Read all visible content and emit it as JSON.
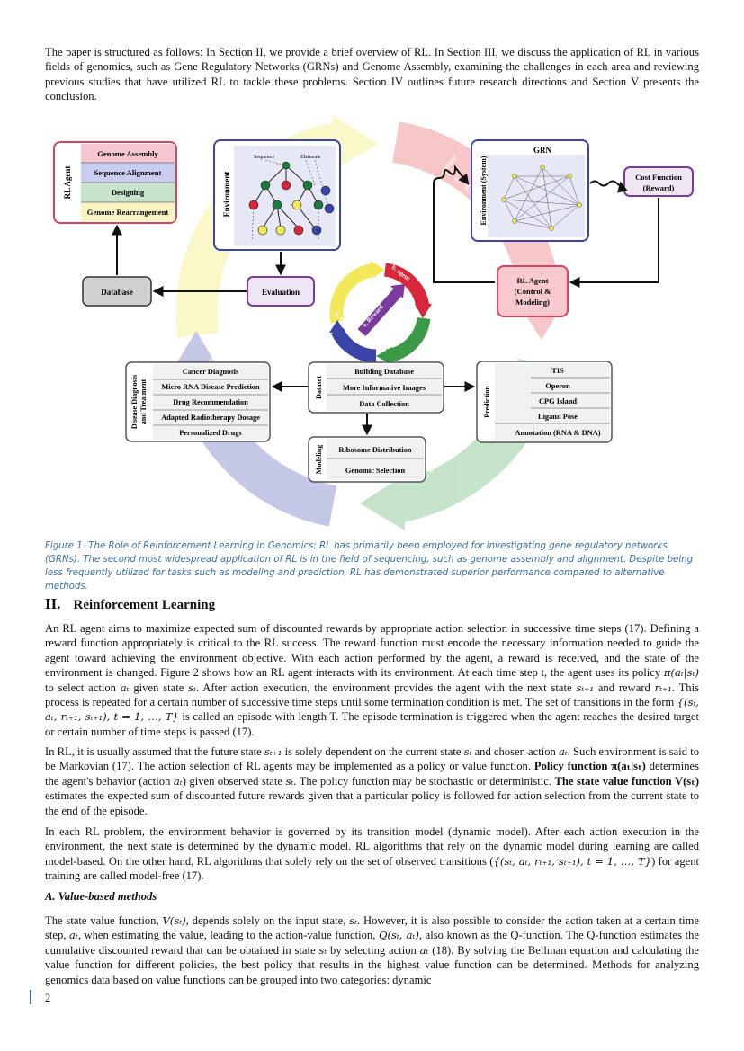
{
  "intro_paragraph": "The paper is structured as follows: In Section II, we provide a brief overview of RL. In Section III, we discuss the application of RL in various fields of genomics, such as Gene Regulatory Networks (GRNs) and Genome Assembly, examining the challenges in each area and reviewing previous studies that have utilized RL to tackle these problems. Section IV outlines future research directions and Section V presents the conclusion.",
  "figure": {
    "cycle_labels": {
      "b": "b. agent",
      "c": "c. actions",
      "d": "d. environment",
      "e": "e. Reward"
    },
    "rl_agent_box": {
      "side_label": "RL Agent",
      "items": [
        "Genome Assembly",
        "Sequence Alignment",
        "Designing",
        "Genome Rearrangement"
      ]
    },
    "environment_box": {
      "side_label": "Environment",
      "legend_sequence": "Sequence",
      "legend_elements": "Elements"
    },
    "evaluation": "Evaluation",
    "database": "Database",
    "grn_box": {
      "side_label": "Environment (System)",
      "title": "GRN"
    },
    "cost_function": [
      "Cost Function",
      "(Reward)"
    ],
    "rl_agent_control": [
      "RL Agent",
      "(Control &",
      "Modeling)"
    ],
    "disease_box": {
      "side_label": [
        "Disease Diagnosis",
        "and Treatment"
      ],
      "items": [
        "Cancer Diagnosis",
        "Micro RNA Disease Prediction",
        "Drug Recommendation",
        "Adapted Radiotherapy Dosage",
        "Personalized Drugs"
      ]
    },
    "dataset_box": {
      "side_label": "Dataset",
      "items": [
        "Building Database",
        "More Informative Images",
        "Data Collection"
      ]
    },
    "prediction_box": {
      "side_label": "Prediction",
      "items": [
        "TIS",
        "Operon",
        "CPG Island",
        "Ligand Pose",
        "Annotation (RNA & DNA)"
      ]
    },
    "modeling_box": {
      "side_label": "Modeling",
      "items": [
        "Ribosome Distribution",
        "Genomic Selection"
      ]
    },
    "colors": {
      "yellow": "#f2e85a",
      "red": "#e8505a",
      "green": "#4faa5c",
      "blue": "#4a55b0",
      "purple": "#7d3a9e"
    }
  },
  "caption": "Figure 1. The Role of Reinforcement Learning in Genomics: RL has primarily been employed for investigating gene regulatory networks (GRNs). The second most widespread application of RL is in the field of sequencing, such as genome assembly and alignment. Despite being less frequently utilized for tasks such as modeling and prediction, RL has demonstrated superior performance compared to alternative methods.",
  "section": {
    "number": "II.",
    "title": "Reinforcement Learning"
  },
  "p1": {
    "a": "An RL agent aims to maximize expected sum of discounted rewards by appropriate action selection in successive time steps (17). Defining a reward function appropriately is critical to the RL success. The reward function must encode the necessary information needed to guide the agent toward achieving the environment objective. With each action performed by the agent, a reward is received, and the state of the environment is changed. Figure 2 shows how an RL agent interacts with its environment. At each time step t, the agent uses its policy ",
    "m1": "π(aₜ|sₜ)",
    "b": " to select action ",
    "m2": "aₜ",
    "c": " given state ",
    "m3": "sₜ",
    "d": ". After action execution, the environment provides the agent with the next state ",
    "m4": "sₜ₊₁",
    "e": " and reward ",
    "m5": "rₜ₊₁",
    "f": ". This process is repeated for a certain number of successive time steps until some termination condition is met. The set of transitions in the form ",
    "m6": "{(sₜ, aₜ, rₜ₊₁, sₜ₊₁), t = 1, …, T}",
    "g": " is called an episode with length T. The episode termination is triggered when the agent reaches the desired target or certain number of time steps is passed (17)."
  },
  "p2": {
    "a": "In RL, it is usually assumed that the future state ",
    "m1": "sₜ₊₁",
    "b": " is solely dependent on the current state ",
    "m2": "sₜ",
    "c": " and chosen action ",
    "m3": "aₜ",
    "d": ". Such environment is said to be Markovian (17). The action selection of RL agents may be implemented as a policy or value function. ",
    "bold1": "Policy function π(aₜ|sₜ)",
    "e": " determines the agent's behavior (action ",
    "m4": "aₜ",
    "f": ") given observed state ",
    "m5": "sₜ",
    "g": ". The policy function may be stochastic or deterministic. ",
    "bold2": "The state value function V(sₜ)",
    "h": " estimates the expected sum of discounted future rewards given that a particular policy is followed for action selection from the current state to the end of the episode."
  },
  "p3": {
    "a": "In each RL problem, the environment behavior is governed by its transition model (dynamic model). After each action execution in the environment, the next state is determined by the dynamic model. RL algorithms that rely on the dynamic model during learning are called model-based. On the other hand, RL algorithms that solely rely on the set of observed transitions (",
    "m1": "{(sₜ, aₜ, rₜ₊₁, sₜ₊₁), t = 1, …, T}",
    "b": ") for agent training are called model-free (17)."
  },
  "subsection": "A.  Value-based methods",
  "p4": {
    "a": "The state value function, ",
    "m1": "V(sₜ)",
    "b": ", depends solely on the input state, ",
    "m2": "sₜ",
    "c": ". However, it is also possible to consider the action taken at a certain time step, ",
    "m3": "aₜ",
    "d": ", when estimating the value, leading to the action-value function, ",
    "m4": "Q(sₜ, aₜ)",
    "e": ", also known as the Q-function. The Q-function estimates the cumulative discounted reward that can be obtained in state ",
    "m5": "sₜ",
    "f": " by selecting action ",
    "m6": "aₜ",
    "g": " (18). By solving the Bellman equation and calculating the value function for different policies, the best policy that results in the highest value function can be determined. Methods for analyzing genomics data based on value functions can be grouped into two categories: dynamic"
  },
  "page_number": "2"
}
